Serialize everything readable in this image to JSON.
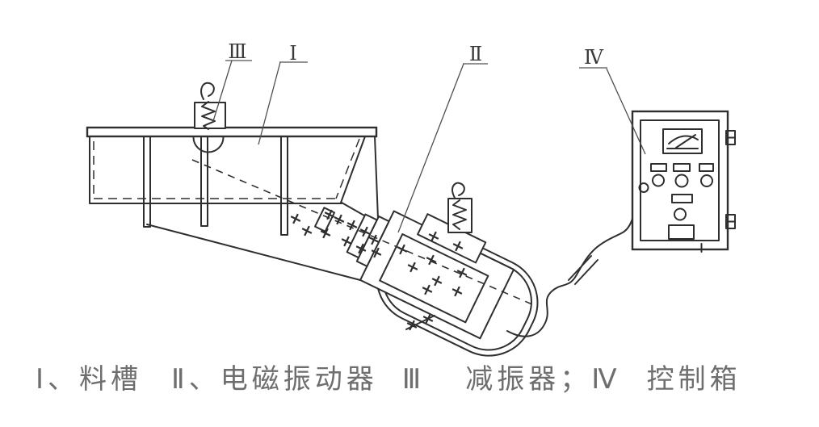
{
  "page": {
    "type": "technical-line-diagram",
    "subject": "electromagnetic vibrating feeder schematic",
    "background": "#ffffff"
  },
  "colors": {
    "ink": "#2f2f2f",
    "leader": "#4f4f4f",
    "label": "#3a3a3a",
    "caption": "#6e6e6e",
    "background": "#ffffff"
  },
  "diagram": {
    "part_labels": [
      {
        "id": "I",
        "text": "Ⅰ",
        "component": "料槽"
      },
      {
        "id": "II",
        "text": "Ⅱ",
        "component": "电磁振动器"
      },
      {
        "id": "III",
        "text": "Ⅲ",
        "component": "减振器"
      },
      {
        "id": "IV",
        "text": "Ⅳ",
        "component": "控制箱"
      }
    ]
  },
  "caption": {
    "segments": [
      "Ⅰ、料槽",
      "Ⅱ、电磁振动器",
      "Ⅲ",
      "减振器；Ⅳ",
      "控制箱"
    ],
    "full": "Ⅰ、料槽　Ⅱ、电磁振动器　Ⅲ　减振器；Ⅳ　控制箱"
  }
}
